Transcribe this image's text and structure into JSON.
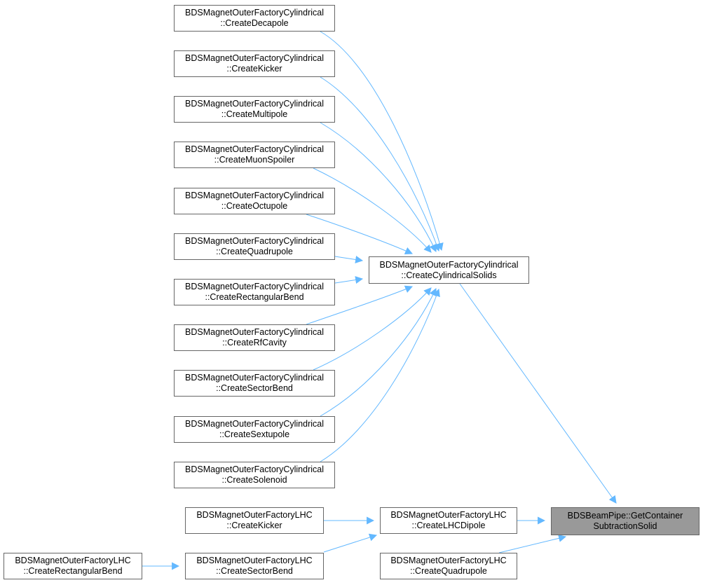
{
  "colors": {
    "edge": "#63b8ff",
    "border": "#666666",
    "highlight": "#999999"
  },
  "nodes": [
    {
      "id": "dec",
      "line1": "BDSMagnetOuterFactoryCylindrical",
      "line2": "::CreateDecapole"
    },
    {
      "id": "kick",
      "line1": "BDSMagnetOuterFactoryCylindrical",
      "line2": "::CreateKicker"
    },
    {
      "id": "multi",
      "line1": "BDSMagnetOuterFactoryCylindrical",
      "line2": "::CreateMultipole"
    },
    {
      "id": "muon",
      "line1": "BDSMagnetOuterFactoryCylindrical",
      "line2": "::CreateMuonSpoiler"
    },
    {
      "id": "oct",
      "line1": "BDSMagnetOuterFactoryCylindrical",
      "line2": "::CreateOctupole"
    },
    {
      "id": "quad",
      "line1": "BDSMagnetOuterFactoryCylindrical",
      "line2": "::CreateQuadrupole"
    },
    {
      "id": "rect",
      "line1": "BDSMagnetOuterFactoryCylindrical",
      "line2": "::CreateRectangularBend"
    },
    {
      "id": "rf",
      "line1": "BDSMagnetOuterFactoryCylindrical",
      "line2": "::CreateRfCavity"
    },
    {
      "id": "sector",
      "line1": "BDSMagnetOuterFactoryCylindrical",
      "line2": "::CreateSectorBend"
    },
    {
      "id": "sext",
      "line1": "BDSMagnetOuterFactoryCylindrical",
      "line2": "::CreateSextupole"
    },
    {
      "id": "sol",
      "line1": "BDSMagnetOuterFactoryCylindrical",
      "line2": "::CreateSolenoid"
    },
    {
      "id": "cyl",
      "line1": "BDSMagnetOuterFactoryCylindrical",
      "line2": "::CreateCylindricalSolids"
    },
    {
      "id": "lhckick",
      "line1": "BDSMagnetOuterFactoryLHC",
      "line2": "::CreateKicker"
    },
    {
      "id": "lhcdip",
      "line1": "BDSMagnetOuterFactoryLHC",
      "line2": "::CreateLHCDipole"
    },
    {
      "id": "lhcrect",
      "line1": "BDSMagnetOuterFactoryLHC",
      "line2": "::CreateRectangularBend"
    },
    {
      "id": "lhcsector",
      "line1": "BDSMagnetOuterFactoryLHC",
      "line2": "::CreateSectorBend"
    },
    {
      "id": "lhcquad",
      "line1": "BDSMagnetOuterFactoryLHC",
      "line2": "::CreateQuadrupole"
    },
    {
      "id": "target",
      "line1": "BDSBeamPipe::GetContainer",
      "line2": "SubtractionSolid",
      "highlight": true
    }
  ]
}
